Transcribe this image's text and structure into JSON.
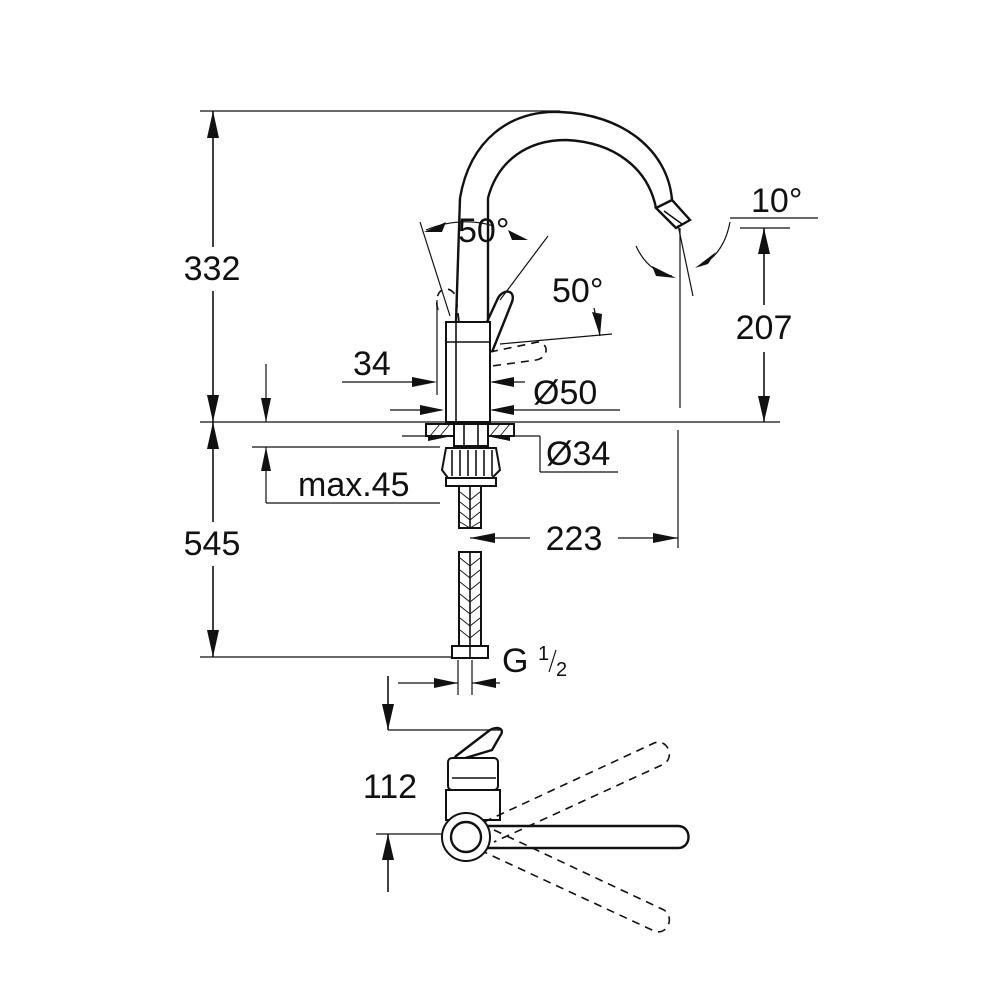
{
  "dimensions": {
    "total_height_above_deck": "332",
    "spout_height": "207",
    "below_deck_length": "545",
    "spout_reach": "223",
    "lever_offset": "34",
    "body_diameter": "Ø50",
    "hole_diameter": "Ø34",
    "max_deck_thickness": "max.45",
    "connection_thread": "G",
    "connection_thread_fraction_num": "1",
    "connection_thread_fraction_den": "2",
    "top_view_spacing": "112"
  },
  "angles": {
    "lever_rotation_front": "50°",
    "lever_rotation_side": "50°",
    "spout_tilt": "10°"
  }
}
